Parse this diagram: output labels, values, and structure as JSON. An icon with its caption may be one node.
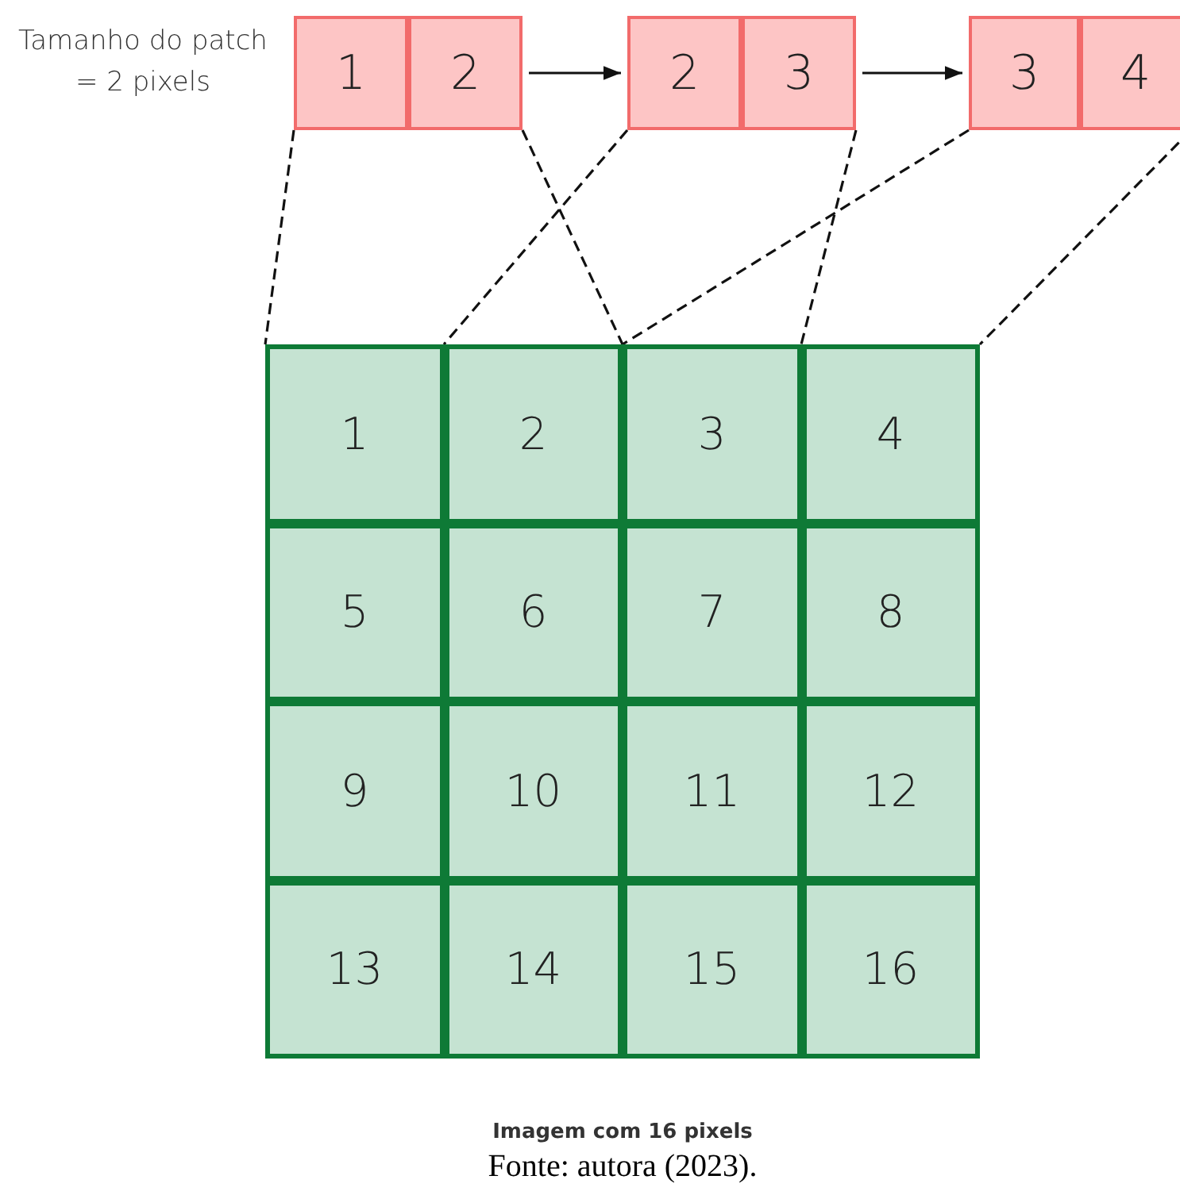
{
  "diagram": {
    "caption": "Fonte: autora (2023).",
    "nodes": [
      {
        "text": [
          "1"
        ]
      },
      {
        "text": [
          "2"
        ]
      },
      {
        "text": [
          "2"
        ]
      },
      {
        "text": [
          "3"
        ]
      },
      {
        "text": [
          "3"
        ]
      },
      {
        "text": [
          "4"
        ]
      },
      {
        "text": [
          "1"
        ]
      },
      {
        "text": [
          "2"
        ]
      },
      {
        "text": [
          "3"
        ]
      },
      {
        "text": [
          "4"
        ]
      },
      {
        "text": [
          "5"
        ]
      },
      {
        "text": [
          "6"
        ]
      },
      {
        "text": [
          "7"
        ]
      },
      {
        "text": [
          "8"
        ]
      },
      {
        "text": [
          "9"
        ]
      },
      {
        "text": [
          "10"
        ]
      },
      {
        "text": [
          "11"
        ]
      },
      {
        "text": [
          "12"
        ]
      },
      {
        "text": [
          "13"
        ]
      },
      {
        "text": [
          "14"
        ]
      },
      {
        "text": [
          "15"
        ]
      },
      {
        "text": [
          "16"
        ]
      }
    ],
    "edges": [
      {
        "from": 1,
        "to": 2,
        "arrow": "to"
      },
      {
        "from": 3,
        "to": 4,
        "arrow": "to"
      },
      {
        "from": 0,
        "to": 6,
        "arrow": "none",
        "style": "dashed"
      },
      {
        "from": 1,
        "to": 8,
        "arrow": "none",
        "style": "dashed"
      },
      {
        "from": 2,
        "to": 7,
        "arrow": "none",
        "style": "dashed"
      },
      {
        "from": 3,
        "to": 9,
        "arrow": "none",
        "style": "dashed"
      },
      {
        "from": 4,
        "to": 8,
        "arrow": "none",
        "style": "dashed"
      },
      {
        "from": 5,
        "to": 9,
        "arrow": "none",
        "style": "dashed"
      }
    ],
    "labels": [
      "Tamanho do patch = 2 pixels",
      "Imagem com 16 pixels"
    ]
  }
}
